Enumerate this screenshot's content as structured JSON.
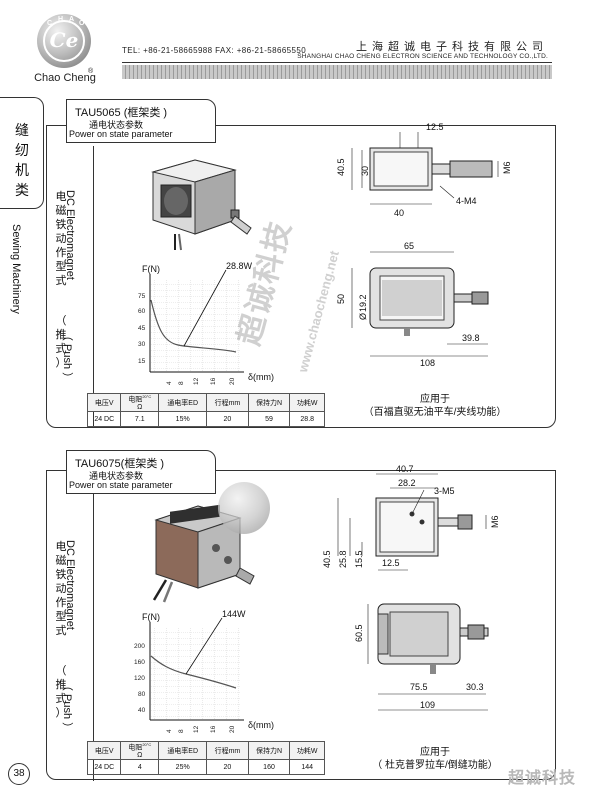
{
  "header": {
    "logo_text": "Chao Cheng",
    "logo_mark": "Ce",
    "logo_letters": [
      "C",
      "H",
      "A",
      "O"
    ],
    "contact": "TEL: +86-21-58665988  FAX: +86-21-58665550",
    "company_cn": "上海超诚电子科技有限公司",
    "company_en": "SHANGHAI CHAO CHENG ELECTRON SCIENCE AND TECHNOLOGY CO.,LTD."
  },
  "sidebar": {
    "category_cn": "缝纫机类",
    "category_en": "Sewing Machinery"
  },
  "watermark": {
    "cn": "超诚科技",
    "url": "www.chaocheng.net"
  },
  "page_number": "38",
  "products": [
    {
      "model": "TAU5065 (框架类 )",
      "param_cn": "通电状态参数",
      "param_en": "Power on state parameter",
      "type_cn": "电磁铁动作型式",
      "type_en": "DC Electromagnet",
      "push_cn": "（ 推 式 ）",
      "push_en": "（ Push ）",
      "graph": {
        "y_label": "F(N)",
        "x_label": "δ(mm)",
        "power_label": "28.8W",
        "y_ticks": [
          "75",
          "60",
          "45",
          "30",
          "15"
        ],
        "x_ticks": [
          "4",
          "8",
          "12",
          "16",
          "20"
        ]
      },
      "table": {
        "headers": [
          "电压V",
          "电阻",
          "Ω",
          "20°C",
          "通电率ED",
          "行程mm",
          "保持力N",
          "功耗W"
        ],
        "values": [
          "24 DC",
          "7.1",
          "15%",
          "20",
          "59",
          "28.8"
        ]
      },
      "dims": {
        "d125": "12.5",
        "d405": "40.5",
        "d30": "30",
        "d40": "40",
        "m6": "M6",
        "m4": "4-M4",
        "d65": "65",
        "d50": "50",
        "d192": "19.2",
        "phi": "Ø",
        "d398": "39.8",
        "d108": "108"
      },
      "apply_title": "应用于",
      "apply_text": "（百福直驱无油平车/夹线功能）"
    },
    {
      "model": "TAU6075(框架类 )",
      "param_cn": "通电状态参数",
      "param_en": "Power on state parameter",
      "type_cn": "电磁铁动作型式",
      "type_en": "DC Electromagnet",
      "push_cn": "（ 推 式 ）",
      "push_en": "（ Push ）",
      "graph": {
        "y_label": "F(N)",
        "x_label": "δ(mm)",
        "power_label": "144W",
        "y_ticks": [
          "200",
          "160",
          "120",
          "80",
          "40"
        ],
        "x_ticks": [
          "4",
          "8",
          "12",
          "16",
          "20"
        ]
      },
      "table": {
        "headers": [
          "电压V",
          "电阻",
          "Ω",
          "20°C",
          "通电率ED",
          "行程mm",
          "保持力N",
          "功耗W"
        ],
        "values": [
          "24 DC",
          "4",
          "25%",
          "20",
          "160",
          "144"
        ]
      },
      "dims": {
        "d407": "40.7",
        "d282": "28.2",
        "m5": "3-M5",
        "m6": "M6",
        "d405": "40.5",
        "d258": "25.8",
        "d155": "15.5",
        "d125": "12.5",
        "d605": "60.5",
        "d755": "75.5",
        "d303": "30.3",
        "d109": "109"
      },
      "apply_title": "应用于",
      "apply_text": "（ 杜克普罗拉车/倒缝功能）"
    }
  ]
}
